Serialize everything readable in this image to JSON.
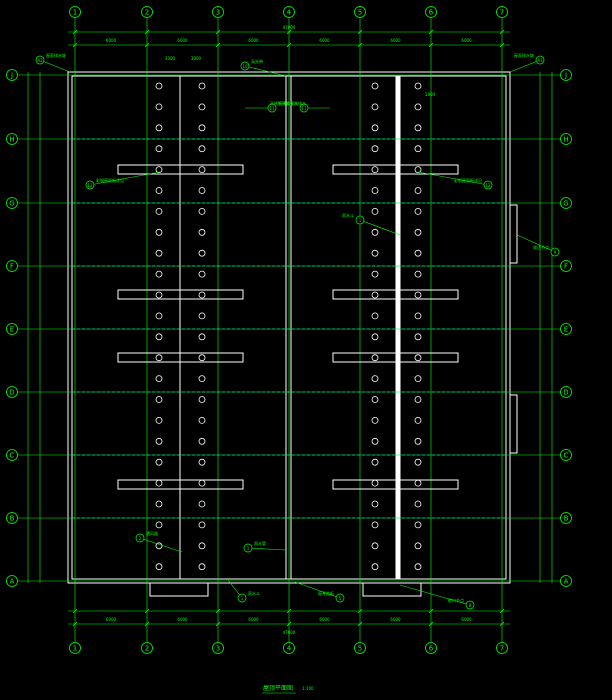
{
  "drawing": {
    "title": "屋顶平面图",
    "scale": "1:100",
    "overall_dim": "47000"
  },
  "grids": {
    "columns": [
      "1",
      "2",
      "3",
      "4",
      "5",
      "6",
      "7"
    ],
    "rows": [
      "J",
      "H",
      "G",
      "F",
      "E",
      "D",
      "C",
      "B",
      "A"
    ]
  },
  "dims": {
    "top_bays": [
      "6000",
      "6000",
      "6000",
      "6000",
      "6000",
      "6000"
    ],
    "bottom_bays": [
      "6000",
      "6000",
      "6000",
      "6000",
      "6000",
      "6000"
    ],
    "top_sub": [
      "3000",
      "3000"
    ],
    "right_vertical": "1800"
  },
  "annotations": [
    {
      "tag": "A2",
      "text": "屋面排水坡"
    },
    {
      "tag": "A3",
      "text": "屋面排水坡"
    },
    {
      "tag": "11",
      "text": "不锈钢天沟排水"
    },
    {
      "tag": "11",
      "text": "不锈钢天沟排水"
    },
    {
      "tag": "12",
      "text": "彩钢屋面板详见"
    },
    {
      "tag": "12",
      "text": "彩钢屋面板详见"
    },
    {
      "tag": "1",
      "text": "雨水斗"
    },
    {
      "tag": "2",
      "text": "通风器"
    },
    {
      "tag": "1",
      "text": "雨水管"
    },
    {
      "tag": "1",
      "text": "雨水斗"
    },
    {
      "tag": "5",
      "text": "屋脊盖板"
    },
    {
      "tag": "8",
      "text": "檐口节点"
    },
    {
      "tag": "9",
      "text": "收边节点"
    },
    {
      "tag": "10",
      "text": "采光带"
    }
  ],
  "colors": {
    "grid": "#00ff00",
    "line": "#ffffff",
    "dash": "#00ffff"
  }
}
